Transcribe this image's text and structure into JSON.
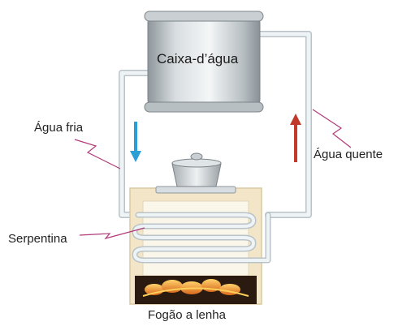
{
  "labels": {
    "tank": "Caixa-d’água",
    "cold": "Água fria",
    "hot": "Água quente",
    "coil": "Serpentina",
    "stove": "Fogão a lenha"
  },
  "colors": {
    "cold_arrow": "#2a9fd6",
    "hot_arrow": "#c0392b",
    "leader": "#b03a7a",
    "pipe": "#e7eef1",
    "stove": "#f3e6c8",
    "fire": "#e8892a"
  }
}
